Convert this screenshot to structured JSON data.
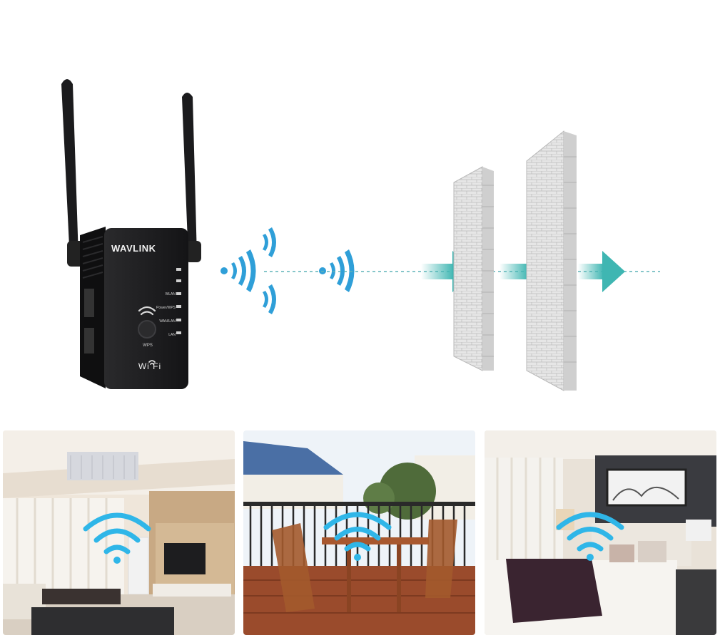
{
  "device": {
    "brand": "WAVLINK",
    "leds": [
      "WLAN",
      "Power/WPS",
      "WAN/LAN",
      "LAN"
    ],
    "button_label": "WPS",
    "wifi_logo": "Wi Fi"
  },
  "colors": {
    "accent_teal": "#3fb6b2",
    "wifi_blue": "#2fb6e8",
    "device_black": "#1c1c1e",
    "wall_gray": "#d9d9d9"
  },
  "icons": [
    "wifi-waves-icon",
    "arrow-right-icon",
    "wifi-icon"
  ],
  "scenes": [
    {
      "id": "living-room"
    },
    {
      "id": "balcony"
    },
    {
      "id": "bedroom"
    }
  ]
}
